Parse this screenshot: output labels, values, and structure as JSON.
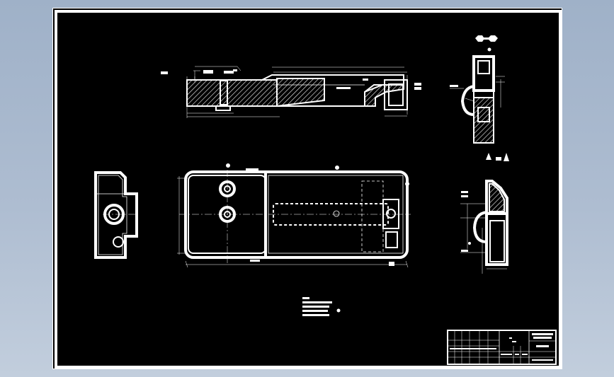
{
  "drawing": {
    "kind": "mechanical engineering drawing",
    "colors": {
      "background_outer": "#aebdd1",
      "sheet": "#000000",
      "lines": "#ffffff"
    },
    "views": [
      "section-view",
      "plan-view",
      "left-view",
      "right-view",
      "side-section-view",
      "detail-view"
    ]
  },
  "title_block": {
    "cells": [
      "",
      "",
      "",
      "",
      "",
      ""
    ]
  }
}
